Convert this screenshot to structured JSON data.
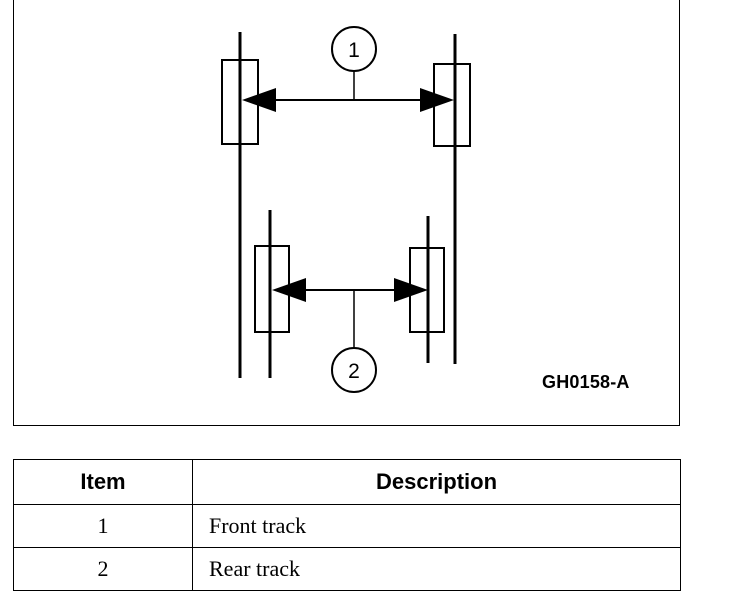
{
  "figure": {
    "code": "GH0158-A",
    "callouts": [
      {
        "number": "1",
        "target": "front-track"
      },
      {
        "number": "2",
        "target": "rear-track"
      }
    ]
  },
  "legend_table": {
    "headers": {
      "item": "Item",
      "description": "Description"
    },
    "rows": [
      {
        "item": "1",
        "description": "Front track"
      },
      {
        "item": "2",
        "description": "Rear track"
      }
    ]
  }
}
